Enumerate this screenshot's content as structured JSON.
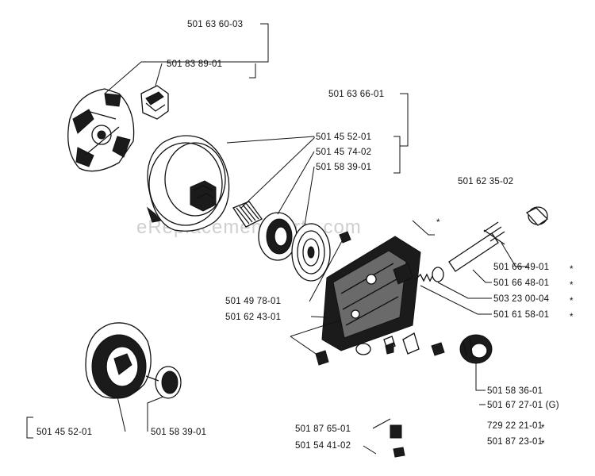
{
  "watermark": "eReplacementParts.com",
  "labels": [
    {
      "id": "l1",
      "text": "501 63 60-03"
    },
    {
      "id": "l2",
      "text": "501 83 89-01"
    },
    {
      "id": "l3",
      "text": "501 63 66-01"
    },
    {
      "id": "l4",
      "text": "501 45 52-01"
    },
    {
      "id": "l5",
      "text": "501 45 74-02"
    },
    {
      "id": "l6",
      "text": "501 58 39-01"
    },
    {
      "id": "l7",
      "text": "501 62 35-02"
    },
    {
      "id": "l8",
      "text": "501 66 49-01"
    },
    {
      "id": "l9",
      "text": "501 66 48-01"
    },
    {
      "id": "l10",
      "text": "503 23 00-04"
    },
    {
      "id": "l11",
      "text": "501 61 58-01"
    },
    {
      "id": "l12",
      "text": "501 49 78-01"
    },
    {
      "id": "l13",
      "text": "501 62 43-01"
    },
    {
      "id": "l14",
      "text": "501 58 36-01"
    },
    {
      "id": "l15",
      "text": "501 67 27-01 (G)"
    },
    {
      "id": "l16",
      "text": "729 22 21-01"
    },
    {
      "id": "l17",
      "text": "501 87 23-01"
    },
    {
      "id": "l18",
      "text": "501 87 65-01"
    },
    {
      "id": "l19",
      "text": "501 54 41-02"
    },
    {
      "id": "l20",
      "text": "501 45 52-01"
    },
    {
      "id": "l21",
      "text": "501 58 39-01"
    }
  ],
  "asterisks": [
    {
      "id": "a1",
      "text": "*"
    },
    {
      "id": "a2",
      "text": "*"
    },
    {
      "id": "a3",
      "text": "*"
    },
    {
      "id": "a4",
      "text": "*"
    },
    {
      "id": "a5",
      "text": "*"
    },
    {
      "id": "a6",
      "text": "*"
    },
    {
      "id": "a7",
      "text": "*"
    }
  ]
}
